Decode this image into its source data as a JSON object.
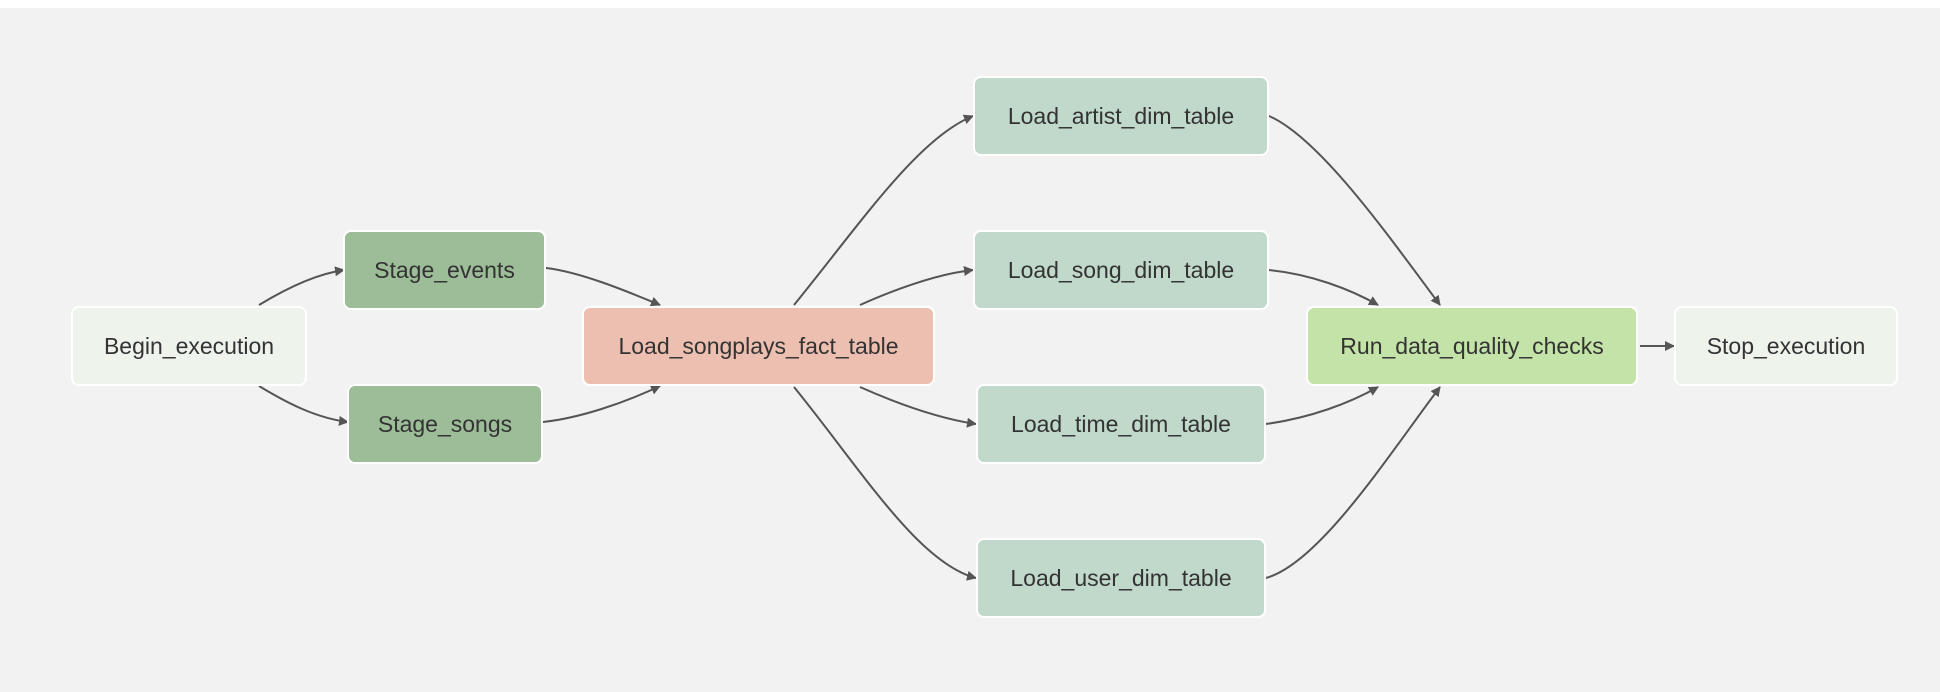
{
  "nodes": {
    "begin_execution": {
      "label": "Begin_execution",
      "color": "#eef3ec"
    },
    "stage_events": {
      "label": "Stage_events",
      "color": "#9dbc98"
    },
    "stage_songs": {
      "label": "Stage_songs",
      "color": "#9dbc98"
    },
    "load_songplays_fact_table": {
      "label": "Load_songplays_fact_table",
      "color": "#edbfb0"
    },
    "load_artist_dim_table": {
      "label": "Load_artist_dim_table",
      "color": "#c1d9cb"
    },
    "load_song_dim_table": {
      "label": "Load_song_dim_table",
      "color": "#c1d9cb"
    },
    "load_time_dim_table": {
      "label": "Load_time_dim_table",
      "color": "#c1d9cb"
    },
    "load_user_dim_table": {
      "label": "Load_user_dim_table",
      "color": "#c1d9cb"
    },
    "run_data_quality_checks": {
      "label": "Run_data_quality_checks",
      "color": "#c4e3a8"
    },
    "stop_execution": {
      "label": "Stop_execution",
      "color": "#eef3ec"
    }
  },
  "edges": [
    {
      "from": "begin_execution",
      "to": "stage_events"
    },
    {
      "from": "begin_execution",
      "to": "stage_songs"
    },
    {
      "from": "stage_events",
      "to": "load_songplays_fact_table"
    },
    {
      "from": "stage_songs",
      "to": "load_songplays_fact_table"
    },
    {
      "from": "load_songplays_fact_table",
      "to": "load_artist_dim_table"
    },
    {
      "from": "load_songplays_fact_table",
      "to": "load_song_dim_table"
    },
    {
      "from": "load_songplays_fact_table",
      "to": "load_time_dim_table"
    },
    {
      "from": "load_songplays_fact_table",
      "to": "load_user_dim_table"
    },
    {
      "from": "load_artist_dim_table",
      "to": "run_data_quality_checks"
    },
    {
      "from": "load_song_dim_table",
      "to": "run_data_quality_checks"
    },
    {
      "from": "load_time_dim_table",
      "to": "run_data_quality_checks"
    },
    {
      "from": "load_user_dim_table",
      "to": "run_data_quality_checks"
    },
    {
      "from": "run_data_quality_checks",
      "to": "stop_execution"
    }
  ],
  "colors": {
    "canvas_background": "#f2f2f2",
    "edge": "#555555",
    "node_border": "#ffffff",
    "node_text": "#333333"
  }
}
